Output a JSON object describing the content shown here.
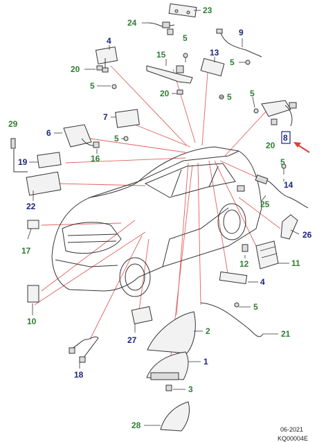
{
  "callouts": [
    {
      "num": "23",
      "color": "green"
    },
    {
      "num": "24",
      "color": "green"
    },
    {
      "num": "9",
      "color": "blue"
    },
    {
      "num": "4",
      "color": "blue"
    },
    {
      "num": "15",
      "color": "green"
    },
    {
      "num": "5",
      "color": "green"
    },
    {
      "num": "13",
      "color": "blue"
    },
    {
      "num": "20",
      "color": "green"
    },
    {
      "num": "5",
      "color": "green"
    },
    {
      "num": "5",
      "color": "green"
    },
    {
      "num": "20",
      "color": "green"
    },
    {
      "num": "5",
      "color": "green"
    },
    {
      "num": "5",
      "color": "green"
    },
    {
      "num": "7",
      "color": "blue"
    },
    {
      "num": "29",
      "color": "green"
    },
    {
      "num": "6",
      "color": "blue"
    },
    {
      "num": "5",
      "color": "green"
    },
    {
      "num": "20",
      "color": "green"
    },
    {
      "num": "8",
      "color": "blue",
      "highlighted": true
    },
    {
      "num": "16",
      "color": "green"
    },
    {
      "num": "19",
      "color": "blue"
    },
    {
      "num": "5",
      "color": "green"
    },
    {
      "num": "14",
      "color": "blue"
    },
    {
      "num": "22",
      "color": "blue"
    },
    {
      "num": "25",
      "color": "green"
    },
    {
      "num": "26",
      "color": "blue"
    },
    {
      "num": "17",
      "color": "green"
    },
    {
      "num": "12",
      "color": "green"
    },
    {
      "num": "11",
      "color": "green"
    },
    {
      "num": "4",
      "color": "blue"
    },
    {
      "num": "5",
      "color": "green"
    },
    {
      "num": "10",
      "color": "green"
    },
    {
      "num": "2",
      "color": "green"
    },
    {
      "num": "27",
      "color": "blue"
    },
    {
      "num": "21",
      "color": "green"
    },
    {
      "num": "18",
      "color": "blue"
    },
    {
      "num": "1",
      "color": "blue"
    },
    {
      "num": "3",
      "color": "green"
    },
    {
      "num": "28",
      "color": "green"
    }
  ],
  "footer": {
    "date": "06-2021",
    "code": "KQ00004E"
  },
  "colors": {
    "green": "#2e7d32",
    "blue": "#1a237e",
    "leader": "#e06060",
    "arrow": "#e53935"
  },
  "pointer": {
    "icon": "red-arrow-icon",
    "target": "8"
  }
}
